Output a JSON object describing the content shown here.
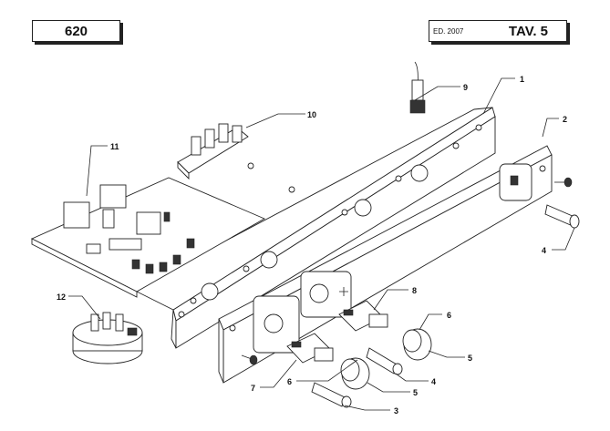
{
  "header": {
    "model": "620",
    "edition": "ED. 2007",
    "table": "TAV. 5"
  },
  "callouts": {
    "c1": "1",
    "c2": "2",
    "c3": "3",
    "c4a": "4",
    "c4b": "4",
    "c5a": "5",
    "c5b": "5",
    "c6a": "6",
    "c6b": "6",
    "c7": "7",
    "c8": "8",
    "c9": "9",
    "c10": "10",
    "c11": "11",
    "c12": "12"
  }
}
